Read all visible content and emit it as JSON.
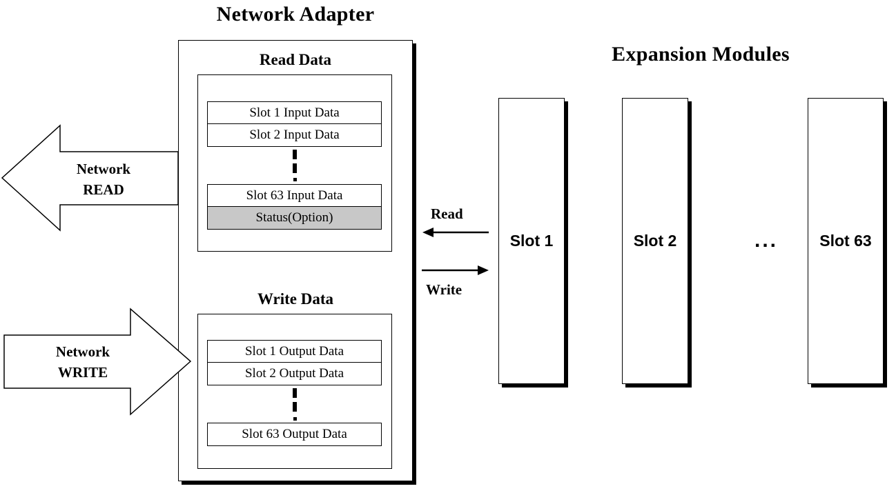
{
  "network_adapter": {
    "title": "Network Adapter",
    "read_data": {
      "title": "Read Data",
      "rows": [
        "Slot 1 Input Data",
        "Slot 2 Input Data",
        "Slot 63 Input Data"
      ],
      "status": "Status(Option)"
    },
    "write_data": {
      "title": "Write Data",
      "rows": [
        "Slot 1 Output Data",
        "Slot 2 Output Data",
        "Slot 63 Output Data"
      ]
    }
  },
  "network_read": {
    "line1": "Network",
    "line2": "READ"
  },
  "network_write": {
    "line1": "Network",
    "line2": "WRITE"
  },
  "bus": {
    "read_label": "Read",
    "write_label": "Write"
  },
  "expansion_modules": {
    "title": "Expansion Modules",
    "slots": [
      "Slot 1",
      "Slot 2",
      "Slot 63"
    ],
    "ellipsis": "..."
  },
  "colors": {
    "status_fill": "#c8c8c8",
    "stroke": "#000000",
    "background": "#ffffff"
  }
}
